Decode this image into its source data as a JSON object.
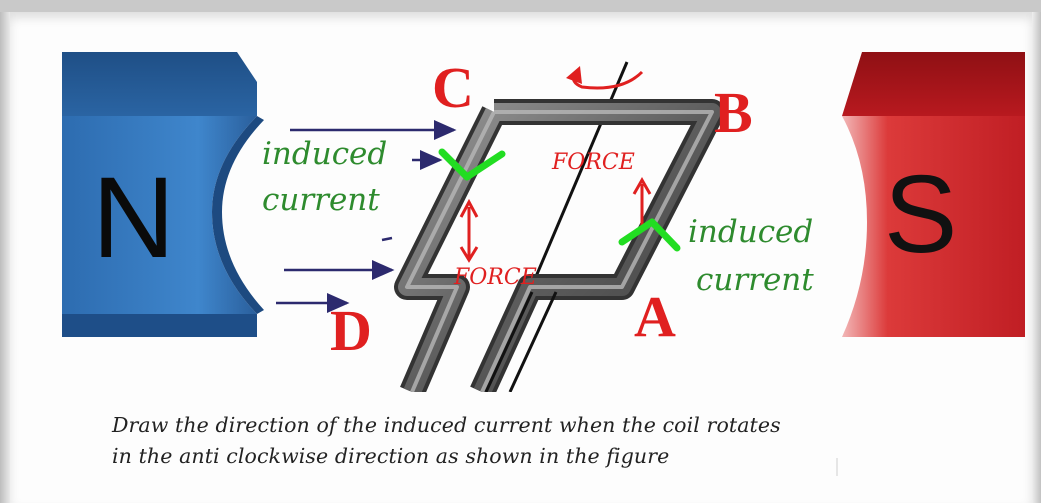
{
  "figure": {
    "north_label": "N",
    "south_label": "S",
    "corner_a": "A",
    "corner_b": "B",
    "corner_c": "C",
    "corner_d": "D",
    "force_top": "FORCE",
    "force_bottom": "FORCE",
    "induced_left_line1": "induced",
    "induced_left_line2": "current",
    "induced_right_line1": "induced",
    "induced_right_line2": "current",
    "colors": {
      "north_pole": "#2f72b8",
      "south_pole": "#d1242a",
      "label_red": "#e02020",
      "induced_green": "#2e8b2e",
      "check_green": "#22dd22",
      "field_arrow": "#2c2a6e",
      "coil": "#6e6e6e"
    }
  },
  "caption": {
    "line1": "Draw the direction of the induced current when the coil rotates",
    "line2": "in the anti clockwise direction as shown in the figure"
  }
}
